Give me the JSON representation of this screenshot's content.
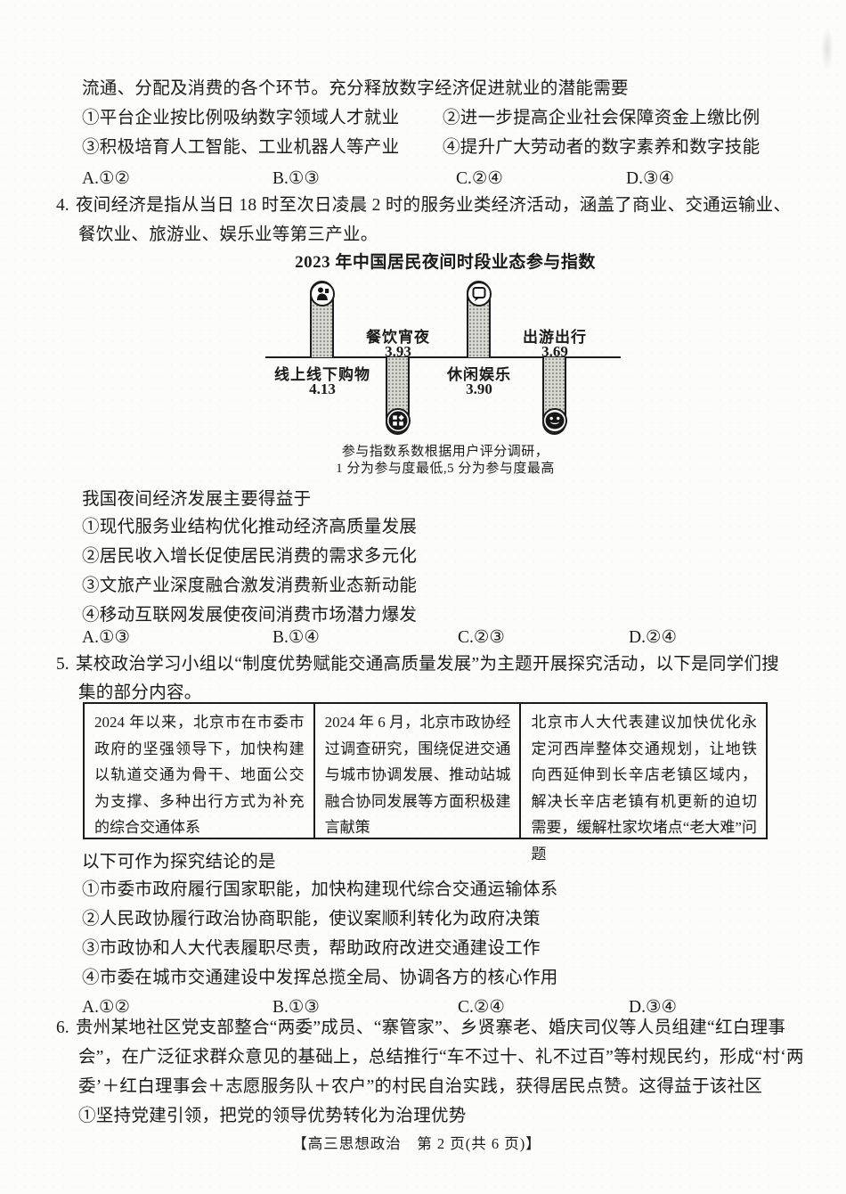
{
  "colors": {
    "ink": "#1b1b1b",
    "paper": "#fcfcfa",
    "pill_fill": "#d8d8d3"
  },
  "intro": {
    "line1": "流通、分配及消费的各个环节。充分释放数字经济促进就业的潜能需要",
    "options": [
      "①平台企业按比例吸纳数字领域人才就业",
      "②进一步提高企业社会保障资金上缴比例",
      "③积极培育人工智能、工业机器人等产业",
      "④提升广大劳动者的数字素养和数字技能"
    ],
    "answers": [
      "A.①②",
      "B.①③",
      "C.②④",
      "D.③④"
    ]
  },
  "q4": {
    "number": "4.",
    "stem_line1": "夜间经济是指从当日 18 时至次日凌晨 2 时的服务业类经济活动，涵盖了商业、交通运输业、",
    "stem_line2": "餐饮业、旅游业、娱乐业等第三产业。",
    "question": "我国夜间经济发展主要得益于",
    "options": [
      "①现代服务业结构优化推动经济高质量发展",
      "②居民收入增长促使居民消费的需求多元化",
      "③文旅产业深度融合激发消费新业态新动能",
      "④移动互联网发展使夜间消费市场潜力爆发"
    ],
    "answers": [
      "A.①③",
      "B.①④",
      "C.②③",
      "D.②④"
    ]
  },
  "chart_data": {
    "type": "bar",
    "title": "2023 年中国居民夜间时段业态参与指数",
    "categories": [
      "线上线下购物",
      "餐饮宵夜",
      "休闲娱乐",
      "出游出行"
    ],
    "values": [
      4.13,
      3.93,
      3.9,
      3.69
    ],
    "value_labels": [
      "4.13",
      "3.93",
      "3.90",
      "3.69"
    ],
    "bar_directions": [
      "up",
      "down",
      "up",
      "down"
    ],
    "icons": [
      "shopper-icon",
      "apps-grid-icon",
      "chat-bubble-icon",
      "smiley-icon"
    ],
    "value_range": [
      1,
      5
    ],
    "note_line1": "参与指数系数根据用户评分调研，",
    "note_line2": "1 分为参与度最低,5 分为参与度最高",
    "legend_position": "none",
    "grid": false
  },
  "q5": {
    "number": "5.",
    "stem_line1": "某校政治学习小组以“制度优势赋能交通高质量发展”为主题开展探究活动，以下是同学们搜",
    "stem_line2": "集的部分内容。",
    "table": {
      "cells": [
        "2024 年以来，北京市在市委市政府的坚强领导下，加快构建以轨道交通为骨干、地面公交为支撑、多种出行方式为补充的综合交通体系",
        "2024 年 6 月，北京市政协经过调查研究，围绕促进交通与城市协调发展、推动站城融合协同发展等方面积极建言献策",
        "北京市人大代表建议加快优化永定河西岸整体交通规划，让地铁向西延伸到长辛店老镇区域内，解决长辛店老镇有机更新的迫切需要，缓解杜家坎堵点“老大难”问题"
      ]
    },
    "question": "以下可作为探究结论的是",
    "options": [
      "①市委市政府履行国家职能，加快构建现代综合交通运输体系",
      "②人民政协履行政治协商职能，使议案顺利转化为政府决策",
      "③市政协和人大代表履职尽责，帮助政府改进交通建设工作",
      "④市委在城市交通建设中发挥总揽全局、协调各方的核心作用"
    ],
    "answers": [
      "A.①②",
      "B.①③",
      "C.②④",
      "D.③④"
    ]
  },
  "q6": {
    "number": "6.",
    "line1": "贵州某地社区党支部整合“两委”成员、“寨管家”、乡贤寨老、婚庆司仪等人员组建“红白理事",
    "line2": "会”，在广泛征求群众意见的基础上，总结推行“车不过十、礼不过百”等村规民约，形成“村‘两",
    "line3": "委’＋红白理事会＋志愿服务队＋农户”的村民自治实践，获得居民点赞。这得益于该社区",
    "line4": "①坚持党建引领，把党的领导优势转化为治理优势"
  },
  "footer": {
    "text": "【高三思想政治　第 2 页(共 6 页)】"
  }
}
